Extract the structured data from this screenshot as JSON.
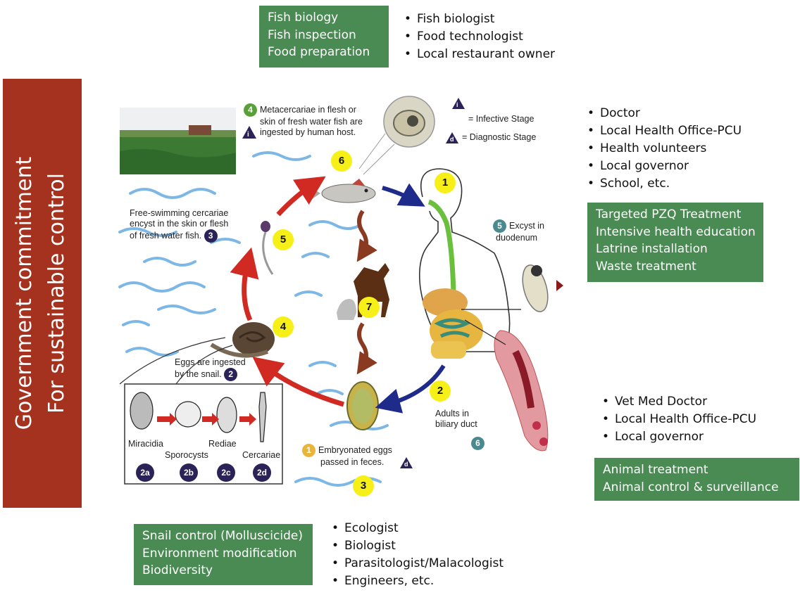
{
  "banner": {
    "line1": "Government commitment",
    "line2": "For sustainable control"
  },
  "fish_box": {
    "lines": [
      "Fish biology",
      "Fish inspection",
      "Food preparation"
    ],
    "actors": [
      "Fish biologist",
      "Food technologist",
      "Local restaurant owner"
    ]
  },
  "human_box": {
    "actors": [
      "Doctor",
      "Local Health Office-PCU",
      "Health volunteers",
      "Local governor",
      "School, etc."
    ],
    "lines": [
      "Targeted PZQ Treatment",
      "Intensive health education",
      "Latrine installation",
      "Waste treatment"
    ]
  },
  "animal_box": {
    "actors": [
      "Vet Med Doctor",
      "Local Health Office-PCU",
      "Local governor"
    ],
    "lines": [
      "Animal treatment",
      "Animal control & surveillance"
    ]
  },
  "snail_box": {
    "lines": [
      "Snail control (Molluscicide)",
      "Environment modification",
      "Biodiversity"
    ],
    "actors": [
      "Ecologist",
      "Biologist",
      "Parasitologist/Malacologist",
      "Engineers, etc."
    ]
  },
  "lifecycle": {
    "meta": {
      "num": "4",
      "line1": "Metacercariae in flesh or",
      "line2": "skin of fresh water fish are",
      "line3": "ingested by human host.",
      "icon": "i"
    },
    "legend": {
      "infective_icon": "i",
      "infective": "= Infective Stage",
      "diagnostic_icon": "d",
      "diagnostic": "= Diagnostic Stage"
    },
    "cercariae": {
      "line1": "Free-swimming cercariae",
      "line2": "encyst in the skin or flesh",
      "line3": "of fresh water fish.",
      "num": "3"
    },
    "excyst": {
      "num": "5",
      "line1": "Excyst in",
      "line2": "duodenum"
    },
    "eggs_snail": {
      "line1": "Eggs are ingested",
      "line2": "by the snail.",
      "num": "2"
    },
    "adults": {
      "line1": "Adults in",
      "line2": "biliary duct",
      "num": "6"
    },
    "embryo": {
      "num": "1",
      "line1": "Embryonated eggs",
      "line2": "passed in feces.",
      "icon": "d"
    },
    "stages": {
      "miracidia": "Miracidia",
      "sporocysts": "Sporocysts",
      "rediae": "Rediae",
      "cercariae": "Cercariae",
      "b2a": "2a",
      "b2b": "2b",
      "b2c": "2c",
      "b2d": "2d"
    },
    "control_points": {
      "p1": "1",
      "p2": "2",
      "p3": "3",
      "p4": "4",
      "p5": "5",
      "p6": "6",
      "p7": "7"
    }
  },
  "colors": {
    "banner": "#a5321f",
    "box": "#4a8a53",
    "badge": "#f7ef18",
    "arrow_red": "#d12a22",
    "arrow_blue": "#1f2b8a",
    "arrow_brown": "#8b3a22",
    "water": "#5aa0dc"
  }
}
